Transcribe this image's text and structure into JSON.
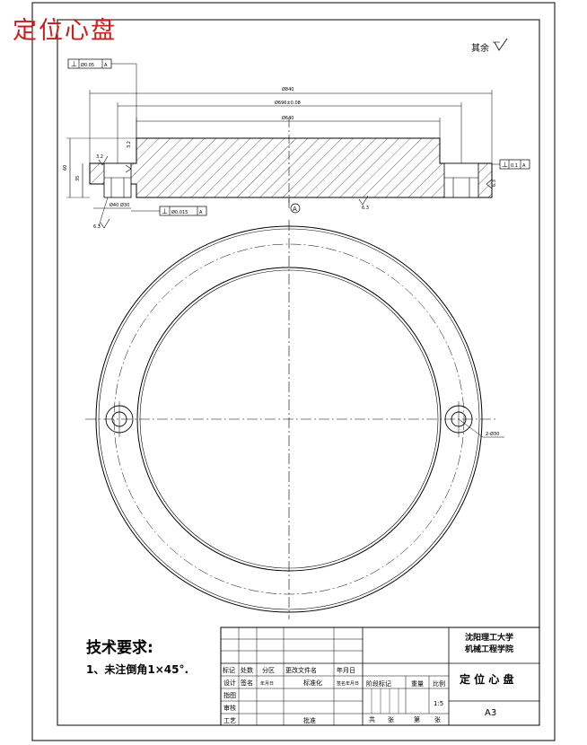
{
  "overlay_title": "定位心盘",
  "roughness_note": "其余",
  "datum_label": "A",
  "gdt": {
    "top": {
      "symbol": "⊥",
      "tol": "Ø0.05",
      "datum": "A"
    },
    "right": {
      "symbol": "⊥",
      "tol": "0.1",
      "datum": "A"
    },
    "bottom": {
      "symbol": "⊥",
      "tol": "Ø0.015",
      "datum": "A"
    }
  },
  "dims": {
    "outer_dia": "Ø840",
    "bolt_circle": "Ø696±0.08",
    "inner_dia": "Ø640",
    "height_total": "60",
    "height_step": "35",
    "chamfer_left": "3.2",
    "side_mark": "6.3",
    "bottom_rough": "6.3",
    "top_rough": "3.2",
    "hole_callout": "2-Ø30",
    "left_small_a": "Ø40",
    "left_small_b": "Ø30",
    "left_small_c": "6.3"
  },
  "tech_requirements": {
    "title": "技术要求:",
    "items": [
      "1、未注倒角1×45°."
    ]
  },
  "title_block": {
    "school_line1": "沈阳理工大学",
    "school_line2": "机械工程学院",
    "part_name": "定 位 心 盘",
    "sheet_size": "A3",
    "header_labels": [
      "标记",
      "处数",
      "分区",
      "更改文件名",
      "年月日"
    ],
    "row_design": [
      "设计",
      "签名",
      "年月日",
      "标准化",
      "签名年月日"
    ],
    "row_labels": [
      "指图",
      "审核",
      "工艺"
    ],
    "approve_label": "批准",
    "stage_label": "阶段标记",
    "weight_label": "重量",
    "scale_label": "比例",
    "scale_value": "1:5",
    "sheet_count": [
      "共",
      "张",
      "第",
      "张"
    ]
  }
}
